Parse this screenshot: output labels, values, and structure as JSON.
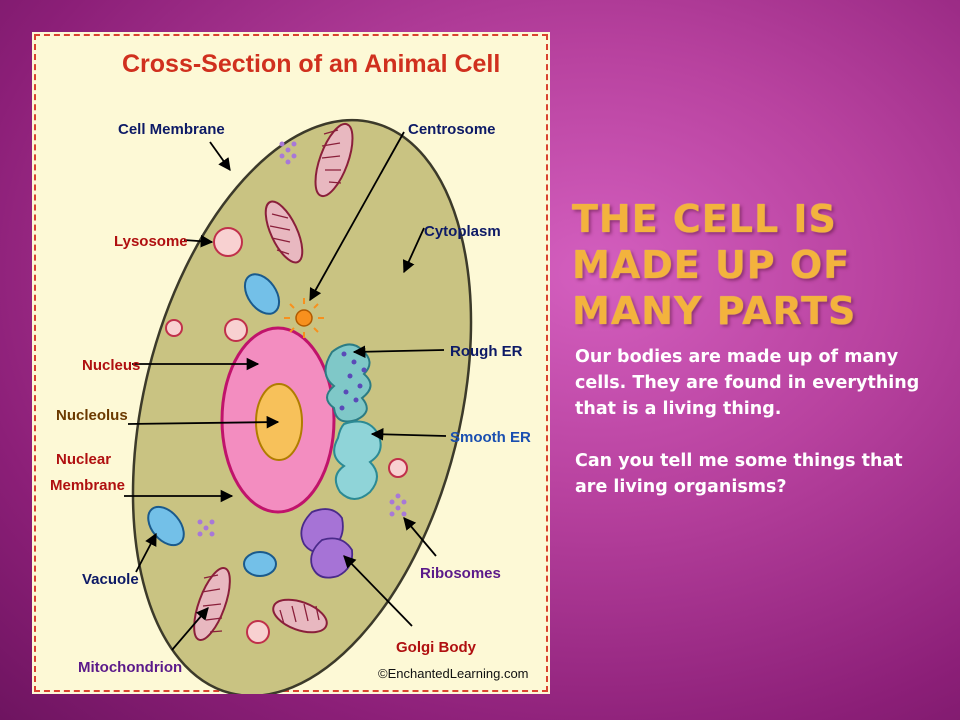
{
  "diagram": {
    "title": "Cross-Section of an Animal Cell",
    "labels": {
      "cell_membrane": "Cell Membrane",
      "centrosome": "Centrosome",
      "cytoplasm": "Cytoplasm",
      "lysosome": "Lysosome",
      "rough_er": "Rough ER",
      "nucleus": "Nucleus",
      "nucleolus": "Nucleolus",
      "smooth_er": "Smooth ER",
      "nuclear": "Nuclear",
      "membrane": "Membrane",
      "vacuole": "Vacuole",
      "ribosomes": "Ribosomes",
      "golgi_body": "Golgi Body",
      "mitochondrion": "Mitochondrion"
    },
    "credit": "©EnchantedLearning.com"
  },
  "slide": {
    "title": "The cell is made up of many parts",
    "paragraph1": "Our bodies are made up of many cells.  They are found in everything that is a living thing.",
    "paragraph2": "Can you tell me some things that are living organisms?"
  }
}
